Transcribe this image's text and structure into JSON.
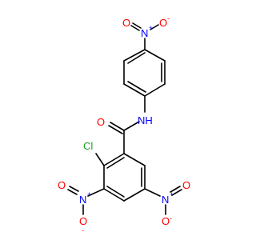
{
  "molecule": {
    "colors": {
      "bond": "#000000",
      "oxygen": "#ff0000",
      "nitrogen": "#0000ff",
      "chlorine": "#1fa01f",
      "carbon": "#000000"
    },
    "labels": {
      "top_nitro": {
        "O_left": "O",
        "N": "N",
        "O_right": "O",
        "N_charge": "+",
        "O_charge": "-"
      },
      "amide": {
        "O": "O",
        "NH": "NH"
      },
      "chloro": {
        "Cl": "Cl"
      },
      "nitro_left": {
        "O_left": "O",
        "N": "N",
        "O_bottom": "O",
        "N_charge": "+",
        "O_charge": "-"
      },
      "nitro_right": {
        "N": "N",
        "O_right": "O",
        "O_bottom": "O",
        "N_charge": "+",
        "O_charge": "-"
      }
    }
  }
}
